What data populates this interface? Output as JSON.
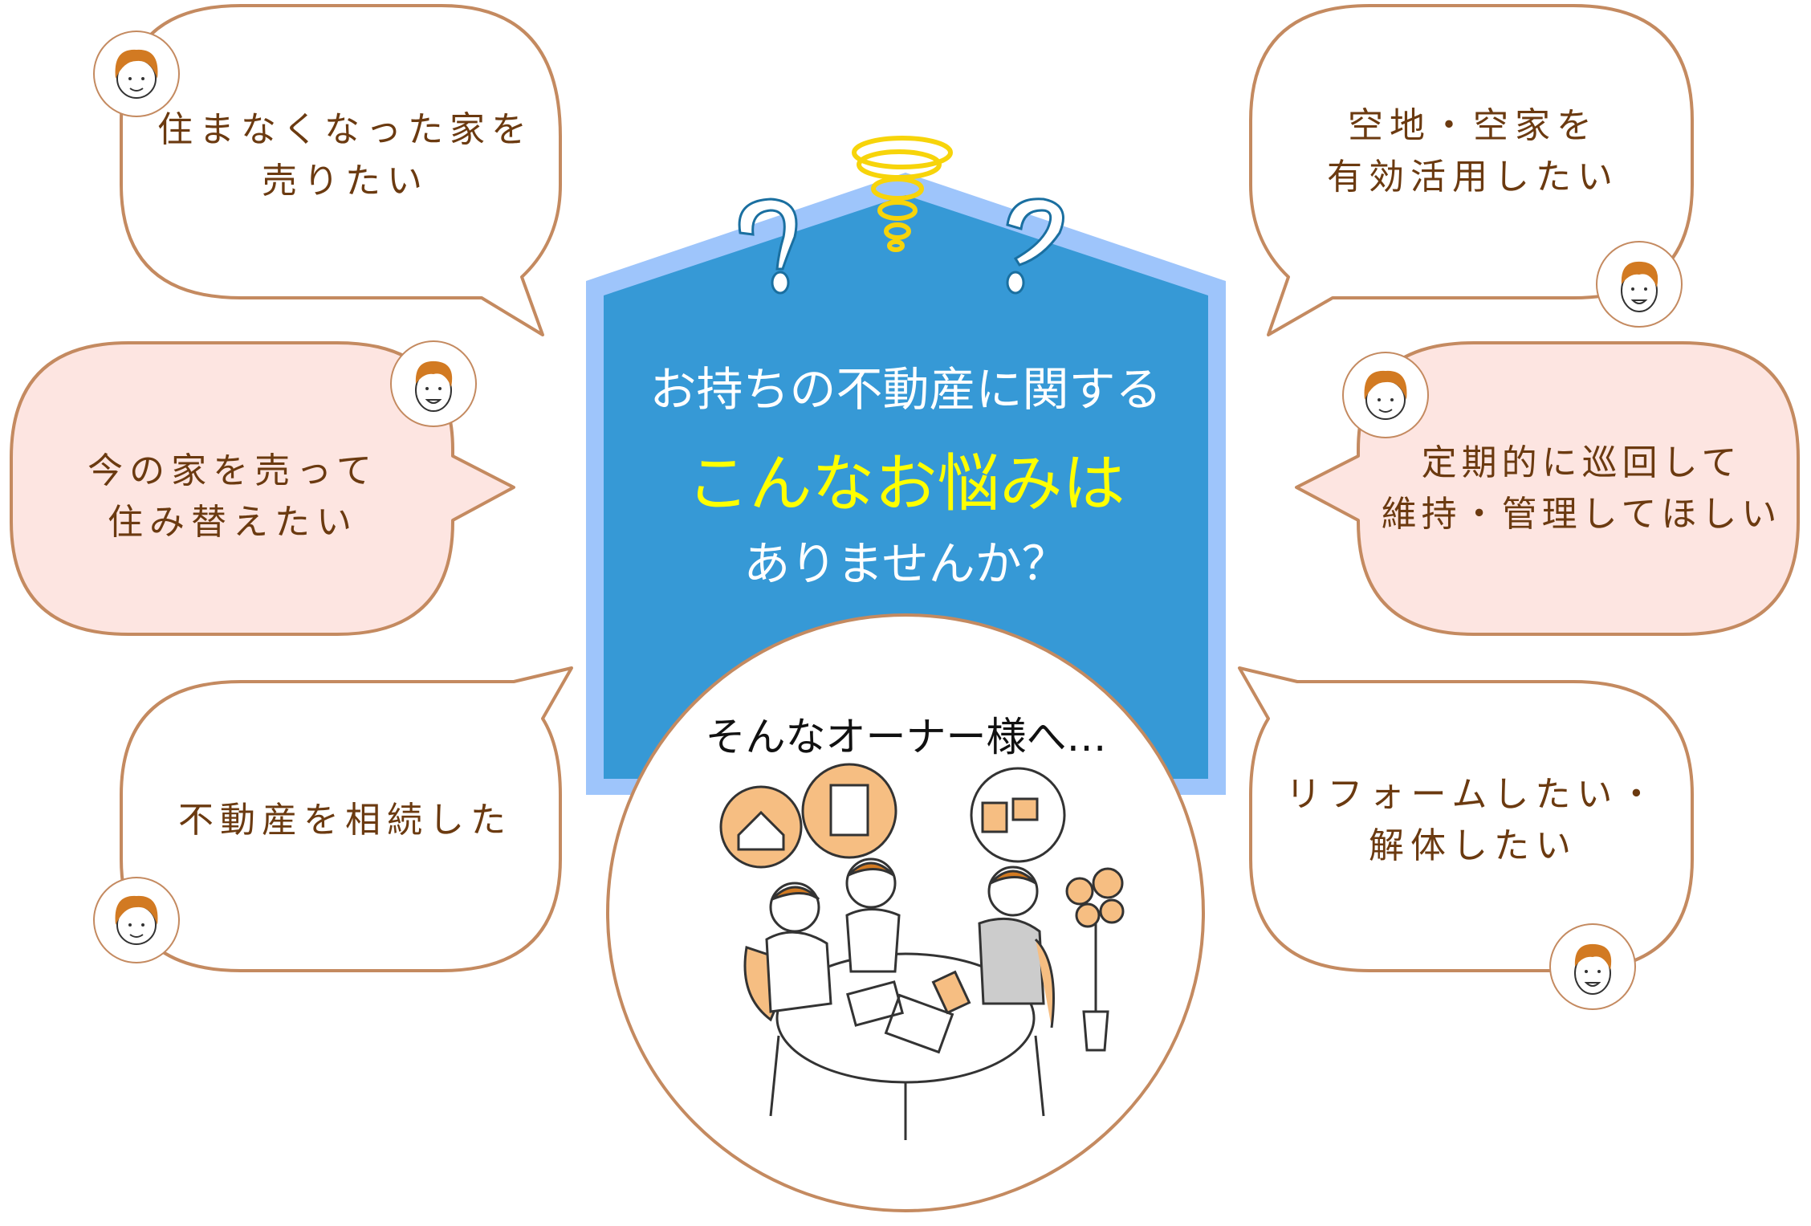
{
  "colors": {
    "outline": "#c48a60",
    "text": "#6b3a10",
    "pink": "#fde5e1",
    "house_blue": "#3699d6",
    "house_border": "#9ec5fb",
    "highlight": "#ffff00"
  },
  "house": {
    "line1": "お持ちの不動産に関する",
    "line2": "こんなお悩みは",
    "line3": "ありませんか？"
  },
  "circle": {
    "caption": "そんなオーナー様へ…"
  },
  "bubbles": [
    {
      "line1": "住まなくなった家を",
      "line2": "売りたい",
      "avatar": "woman-avatar"
    },
    {
      "line1": "今の家を売って",
      "line2": "住み替えたい",
      "avatar": "man-avatar"
    },
    {
      "line1": "不動産を相続した",
      "line2": "",
      "avatar": "woman-avatar"
    },
    {
      "line1": "空地・空家を",
      "line2": "有効活用したい",
      "avatar": "man-avatar"
    },
    {
      "line1": "定期的に巡回して",
      "line2": "維持・管理してほしい",
      "avatar": "woman-avatar"
    },
    {
      "line1": "リフォームしたい・",
      "line2": "解体したい",
      "avatar": "man-avatar"
    }
  ]
}
